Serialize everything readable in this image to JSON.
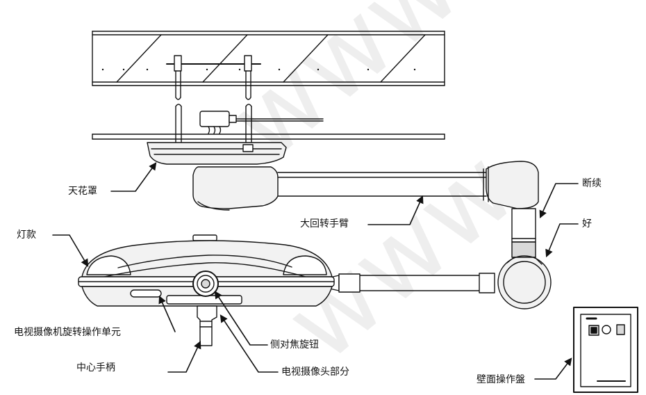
{
  "labels": {
    "ceiling_cover": "天花罩",
    "rotating_arm": "大回转手臂",
    "joint_broken": "断续",
    "joint_good": "好",
    "lamp_head": "灯款",
    "camera_rotation_unit": "电视摄像机旋转操作单元",
    "side_focus_knob": "侧对焦旋钮",
    "center_handle": "中心手柄",
    "camera_head": "电视摄像头部分",
    "wall_panel": "壁面操作盤"
  },
  "watermark": {
    "line1": "www.tr",
    "line2": "www."
  },
  "colors": {
    "stroke": "#111111",
    "fill_light": "#f2f2f2",
    "fill_mid": "#d9d9d9",
    "watermark": "#969696"
  },
  "icons": [
    "arrow-icon",
    "bolt-icon",
    "knob-icon"
  ]
}
